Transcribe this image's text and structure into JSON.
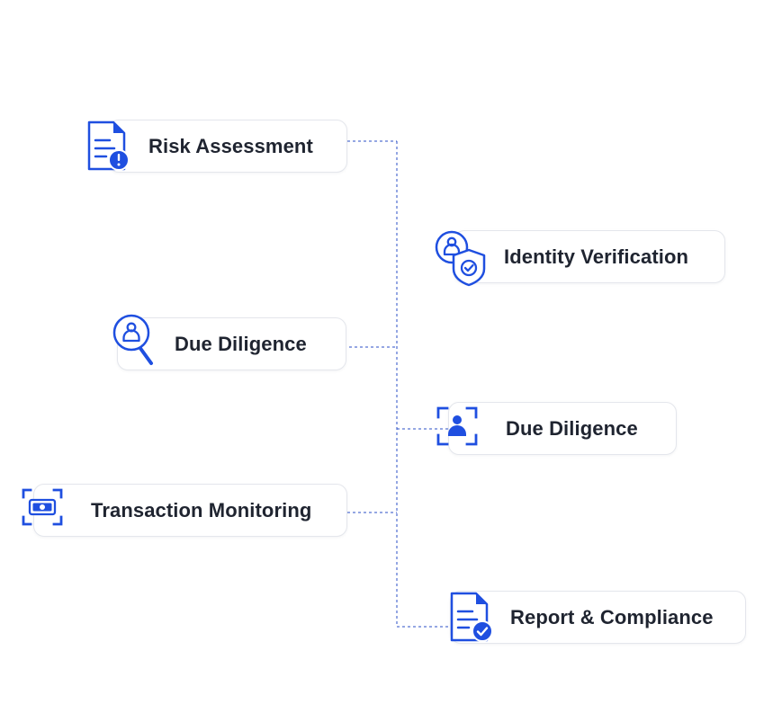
{
  "colors": {
    "accent": "#1f4fe0",
    "line": "#2b4fc7",
    "card_border": "#e4e6ec",
    "text": "#1f2430"
  },
  "nodes": {
    "risk_assessment": {
      "label": "Risk Assessment",
      "icon": "document-alert-icon"
    },
    "identity_verification": {
      "label": "Identity Verification",
      "icon": "user-shield-icon"
    },
    "due_diligence_left": {
      "label": "Due Diligence",
      "icon": "user-search-icon"
    },
    "due_diligence_right": {
      "label": "Due Diligence",
      "icon": "user-scan-frame-icon"
    },
    "transaction_monitoring": {
      "label": "Transaction Monitoring",
      "icon": "cash-scan-frame-icon"
    },
    "report_compliance": {
      "label": "Report & Compliance",
      "icon": "document-check-icon"
    }
  }
}
